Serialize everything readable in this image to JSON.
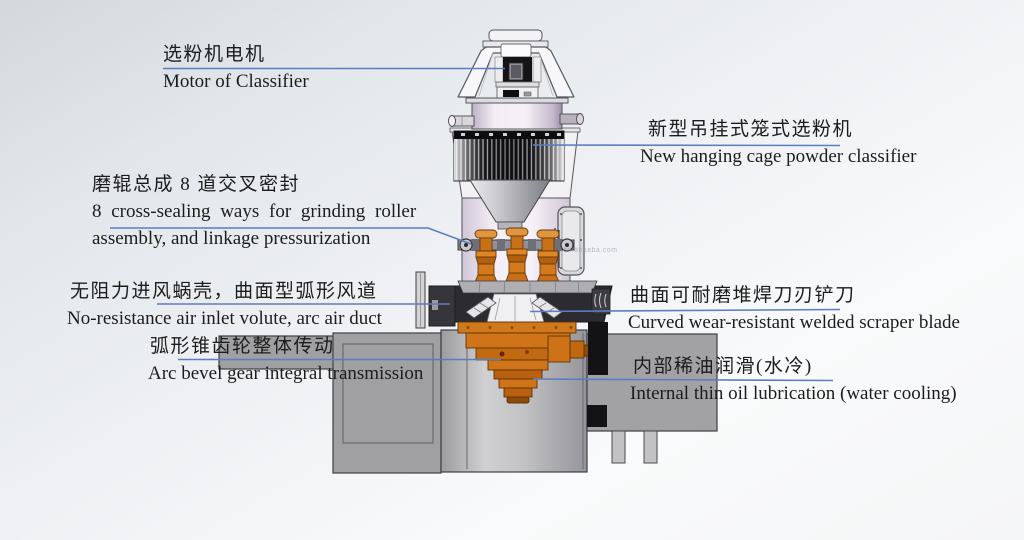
{
  "colors": {
    "leader_line": "#5b7dc2",
    "machine_orange": "#cf7418",
    "base_gray": "#a0a0a2",
    "cage_dark": "#141416",
    "text": "#1c1c1c"
  },
  "watermark": "en.alibaba.com",
  "labels": {
    "motor": {
      "zh": "选粉机电机",
      "en": "Motor of Classifier"
    },
    "classifier": {
      "zh": "新型吊挂式笼式选粉机",
      "en": "New hanging cage powder classifier"
    },
    "roller_seal": {
      "zh": "磨辊总成 8 道交叉密封",
      "en_line1": "8 cross-sealing ways for grinding roller",
      "en_line2": "assembly, and linkage pressurization"
    },
    "air_inlet": {
      "zh": "无阻力进风蜗壳，曲面型弧形风道",
      "en": "No-resistance air inlet volute, arc air duct"
    },
    "bevel_gear": {
      "zh": "弧形锥齿轮整体传动",
      "en": "Arc bevel gear integral transmission"
    },
    "scraper": {
      "zh": "曲面可耐磨堆焊刀刃铲刀",
      "en": "Curved wear-resistant welded scraper blade"
    },
    "lubrication": {
      "zh": "内部稀油润滑(水冷)",
      "en": "Internal thin oil lubrication (water cooling)"
    }
  }
}
